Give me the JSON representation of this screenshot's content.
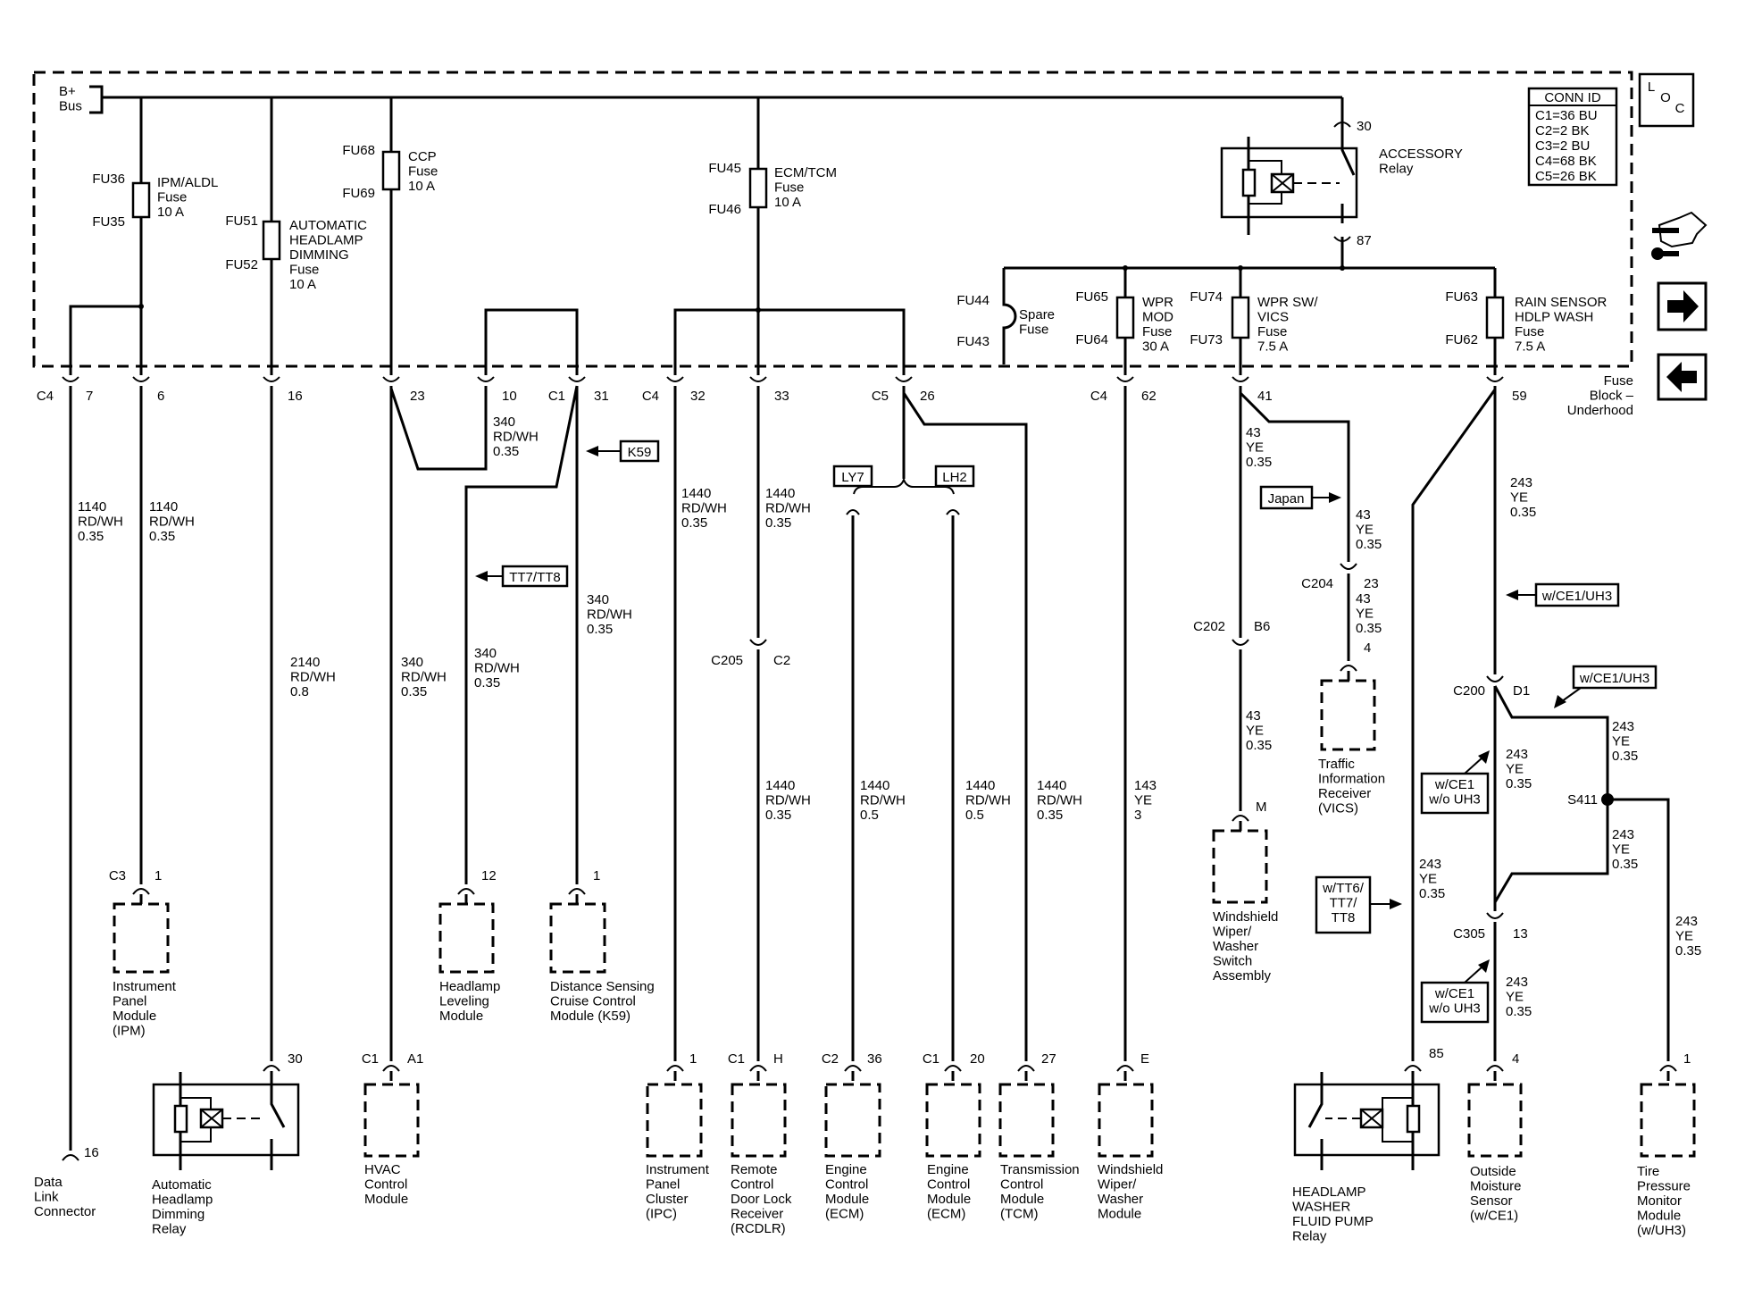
{
  "bus": "B+\nBus",
  "loc": [
    "L",
    "O",
    "C"
  ],
  "conn_id": {
    "title": "CONN ID",
    "rows": [
      "C1=36 BU",
      "C2=2 BK",
      "C3=2 BU",
      "C4=68 BK",
      "C5=26 BK"
    ]
  },
  "fuse_block_label": "Fuse\nBlock –\nUnderhood",
  "fuses": [
    {
      "id": "ipm",
      "top": "FU36",
      "bottom": "FU35",
      "desc": "IPM/ALDL\nFuse\n10 A"
    },
    {
      "id": "ahd",
      "top": "FU51",
      "bottom": "FU52",
      "desc": "AUTOMATIC\nHEADLAMP\nDIMMING\nFuse\n10 A"
    },
    {
      "id": "ccp",
      "top": "FU68",
      "bottom": "FU69",
      "desc": "CCP\nFuse\n10 A"
    },
    {
      "id": "ecm",
      "top": "FU45",
      "bottom": "FU46",
      "desc": "ECM/TCM\nFuse\n10 A"
    },
    {
      "id": "spare",
      "top": "FU44",
      "bottom": "FU43",
      "desc": "Spare\nFuse"
    },
    {
      "id": "wprmod",
      "top": "FU65",
      "bottom": "FU64",
      "desc": "WPR\nMOD\nFuse\n30 A"
    },
    {
      "id": "wprsw",
      "top": "FU74",
      "bottom": "FU73",
      "desc": "WPR SW/\nVICS\nFuse\n7.5 A"
    },
    {
      "id": "rain",
      "top": "FU63",
      "bottom": "FU62",
      "desc": "RAIN SENSOR\nHDLP WASH\nFuse\n7.5 A"
    }
  ],
  "accessory_relay": {
    "label": "ACCESSORY\nRelay",
    "pin_in": "30",
    "pin_out": "87"
  },
  "block_pins": [
    {
      "conn": "C4",
      "pin": "7"
    },
    {
      "conn": "",
      "pin": "6"
    },
    {
      "conn": "",
      "pin": "16"
    },
    {
      "conn": "",
      "pin": "23"
    },
    {
      "conn": "",
      "pin": "10"
    },
    {
      "conn": "C1",
      "pin": "31"
    },
    {
      "conn": "C4",
      "pin": "32"
    },
    {
      "conn": "",
      "pin": "33"
    },
    {
      "conn": "C5",
      "pin": "26"
    },
    {
      "conn": "C4",
      "pin": "62"
    },
    {
      "conn": "",
      "pin": "41"
    },
    {
      "conn": "",
      "pin": "59"
    }
  ],
  "wires": [
    {
      "id": "w1",
      "text": "1140\nRD/WH\n0.35"
    },
    {
      "id": "w2",
      "text": "1140\nRD/WH\n0.35"
    },
    {
      "id": "w3",
      "text": "2140\nRD/WH\n0.8"
    },
    {
      "id": "w4",
      "text": "340\nRD/WH\n0.35"
    },
    {
      "id": "w5",
      "text": "340\nRD/WH\n0.35"
    },
    {
      "id": "w6",
      "text": "340\nRD/WH\n0.35"
    },
    {
      "id": "w7",
      "text": "340\nRD/WH\n0.35"
    },
    {
      "id": "w8",
      "text": "1440\nRD/WH\n0.35"
    },
    {
      "id": "w9",
      "text": "1440\nRD/WH\n0.35"
    },
    {
      "id": "w10",
      "text": "1440\nRD/WH\n0.35"
    },
    {
      "id": "w11",
      "text": "1440\nRD/WH\n0.5"
    },
    {
      "id": "w12",
      "text": "1440\nRD/WH\n0.5"
    },
    {
      "id": "w13",
      "text": "1440\nRD/WH\n0.35"
    },
    {
      "id": "w14",
      "text": "143\nYE\n3"
    },
    {
      "id": "w15",
      "text": "43\nYE\n0.35"
    },
    {
      "id": "w16",
      "text": "43\nYE\n0.35"
    },
    {
      "id": "w17",
      "text": "43\nYE\n0.35"
    },
    {
      "id": "w18",
      "text": "43\nYE\n0.35"
    },
    {
      "id": "w19",
      "text": "243\nYE\n0.35"
    },
    {
      "id": "w20",
      "text": "243\nYE\n0.35"
    },
    {
      "id": "w21",
      "text": "243\nYE\n0.35"
    },
    {
      "id": "w22",
      "text": "243\nYE\n0.35"
    },
    {
      "id": "w23",
      "text": "243\nYE\n0.35"
    },
    {
      "id": "w24",
      "text": "243\nYE\n0.35"
    },
    {
      "id": "w25",
      "text": "243\nYE\n0.35"
    }
  ],
  "options": [
    "K59",
    "TT7/TT8",
    "LY7",
    "LH2",
    "Japan",
    "w/CE1/UH3",
    "w/CE1/UH3",
    "w/CE1\nw/o UH3",
    "w/TT6/\nTT7/\nTT8",
    "w/CE1\nw/o UH3"
  ],
  "inline_connectors": [
    {
      "conn": "C205",
      "pin": "C2"
    },
    {
      "conn": "C202",
      "pin": "B6"
    },
    {
      "conn": "C204",
      "pin": "23"
    },
    {
      "conn": "C200",
      "pin": "D1"
    },
    {
      "conn": "C305",
      "pin": "13"
    }
  ],
  "splice": "S411",
  "components": [
    {
      "id": "dlc",
      "conn": "",
      "pin": "16",
      "name": "Data\nLink\nConnector"
    },
    {
      "id": "ipm",
      "conn": "C3",
      "pin": "1",
      "name": "Instrument\nPanel\nModule\n(IPM)"
    },
    {
      "id": "ahdr",
      "conn": "",
      "pin": "30",
      "name": "Automatic\nHeadlamp\nDimming\nRelay"
    },
    {
      "id": "hvac",
      "conn": "C1",
      "pin": "A1",
      "name": "HVAC\nControl\nModule"
    },
    {
      "id": "hlm",
      "conn": "",
      "pin": "12",
      "name": "Headlamp\nLeveling\nModule"
    },
    {
      "id": "dscc",
      "conn": "",
      "pin": "1",
      "name": "Distance Sensing\nCruise Control\nModule (K59)"
    },
    {
      "id": "ipc",
      "conn": "",
      "pin": "1",
      "name": "Instrument\nPanel\nCluster\n(IPC)"
    },
    {
      "id": "rcdlr",
      "conn": "C1",
      "pin": "H",
      "name": "Remote\nControl\nDoor Lock\nReceiver\n(RCDLR)"
    },
    {
      "id": "ecm1",
      "conn": "C2",
      "pin": "36",
      "name": "Engine\nControl\nModule\n(ECM)"
    },
    {
      "id": "ecm2",
      "conn": "C1",
      "pin": "20",
      "name": "Engine\nControl\nModule\n(ECM)"
    },
    {
      "id": "tcm",
      "conn": "",
      "pin": "27",
      "name": "Transmission\nControl\nModule\n(TCM)"
    },
    {
      "id": "wwm",
      "conn": "",
      "pin": "E",
      "name": "Windshield\nWiper/\nWasher\nModule"
    },
    {
      "id": "wwsa",
      "conn": "",
      "pin": "M",
      "name": "Windshield\nWiper/\nWasher\nSwitch\nAssembly"
    },
    {
      "id": "vics",
      "conn": "",
      "pin": "4",
      "name": "Traffic\nInformation\nReceiver\n(VICS)"
    },
    {
      "id": "hwfp",
      "conn": "",
      "pin": "85",
      "name": "HEADLAMP\nWASHER\nFLUID PUMP\nRelay"
    },
    {
      "id": "oms",
      "conn": "",
      "pin": "4",
      "name": "Outside\nMoisture\nSensor\n(w/CE1)"
    },
    {
      "id": "tpms",
      "conn": "",
      "pin": "1",
      "name": "Tire\nPressure\nMonitor\nModule\n(w/UH3)"
    }
  ]
}
